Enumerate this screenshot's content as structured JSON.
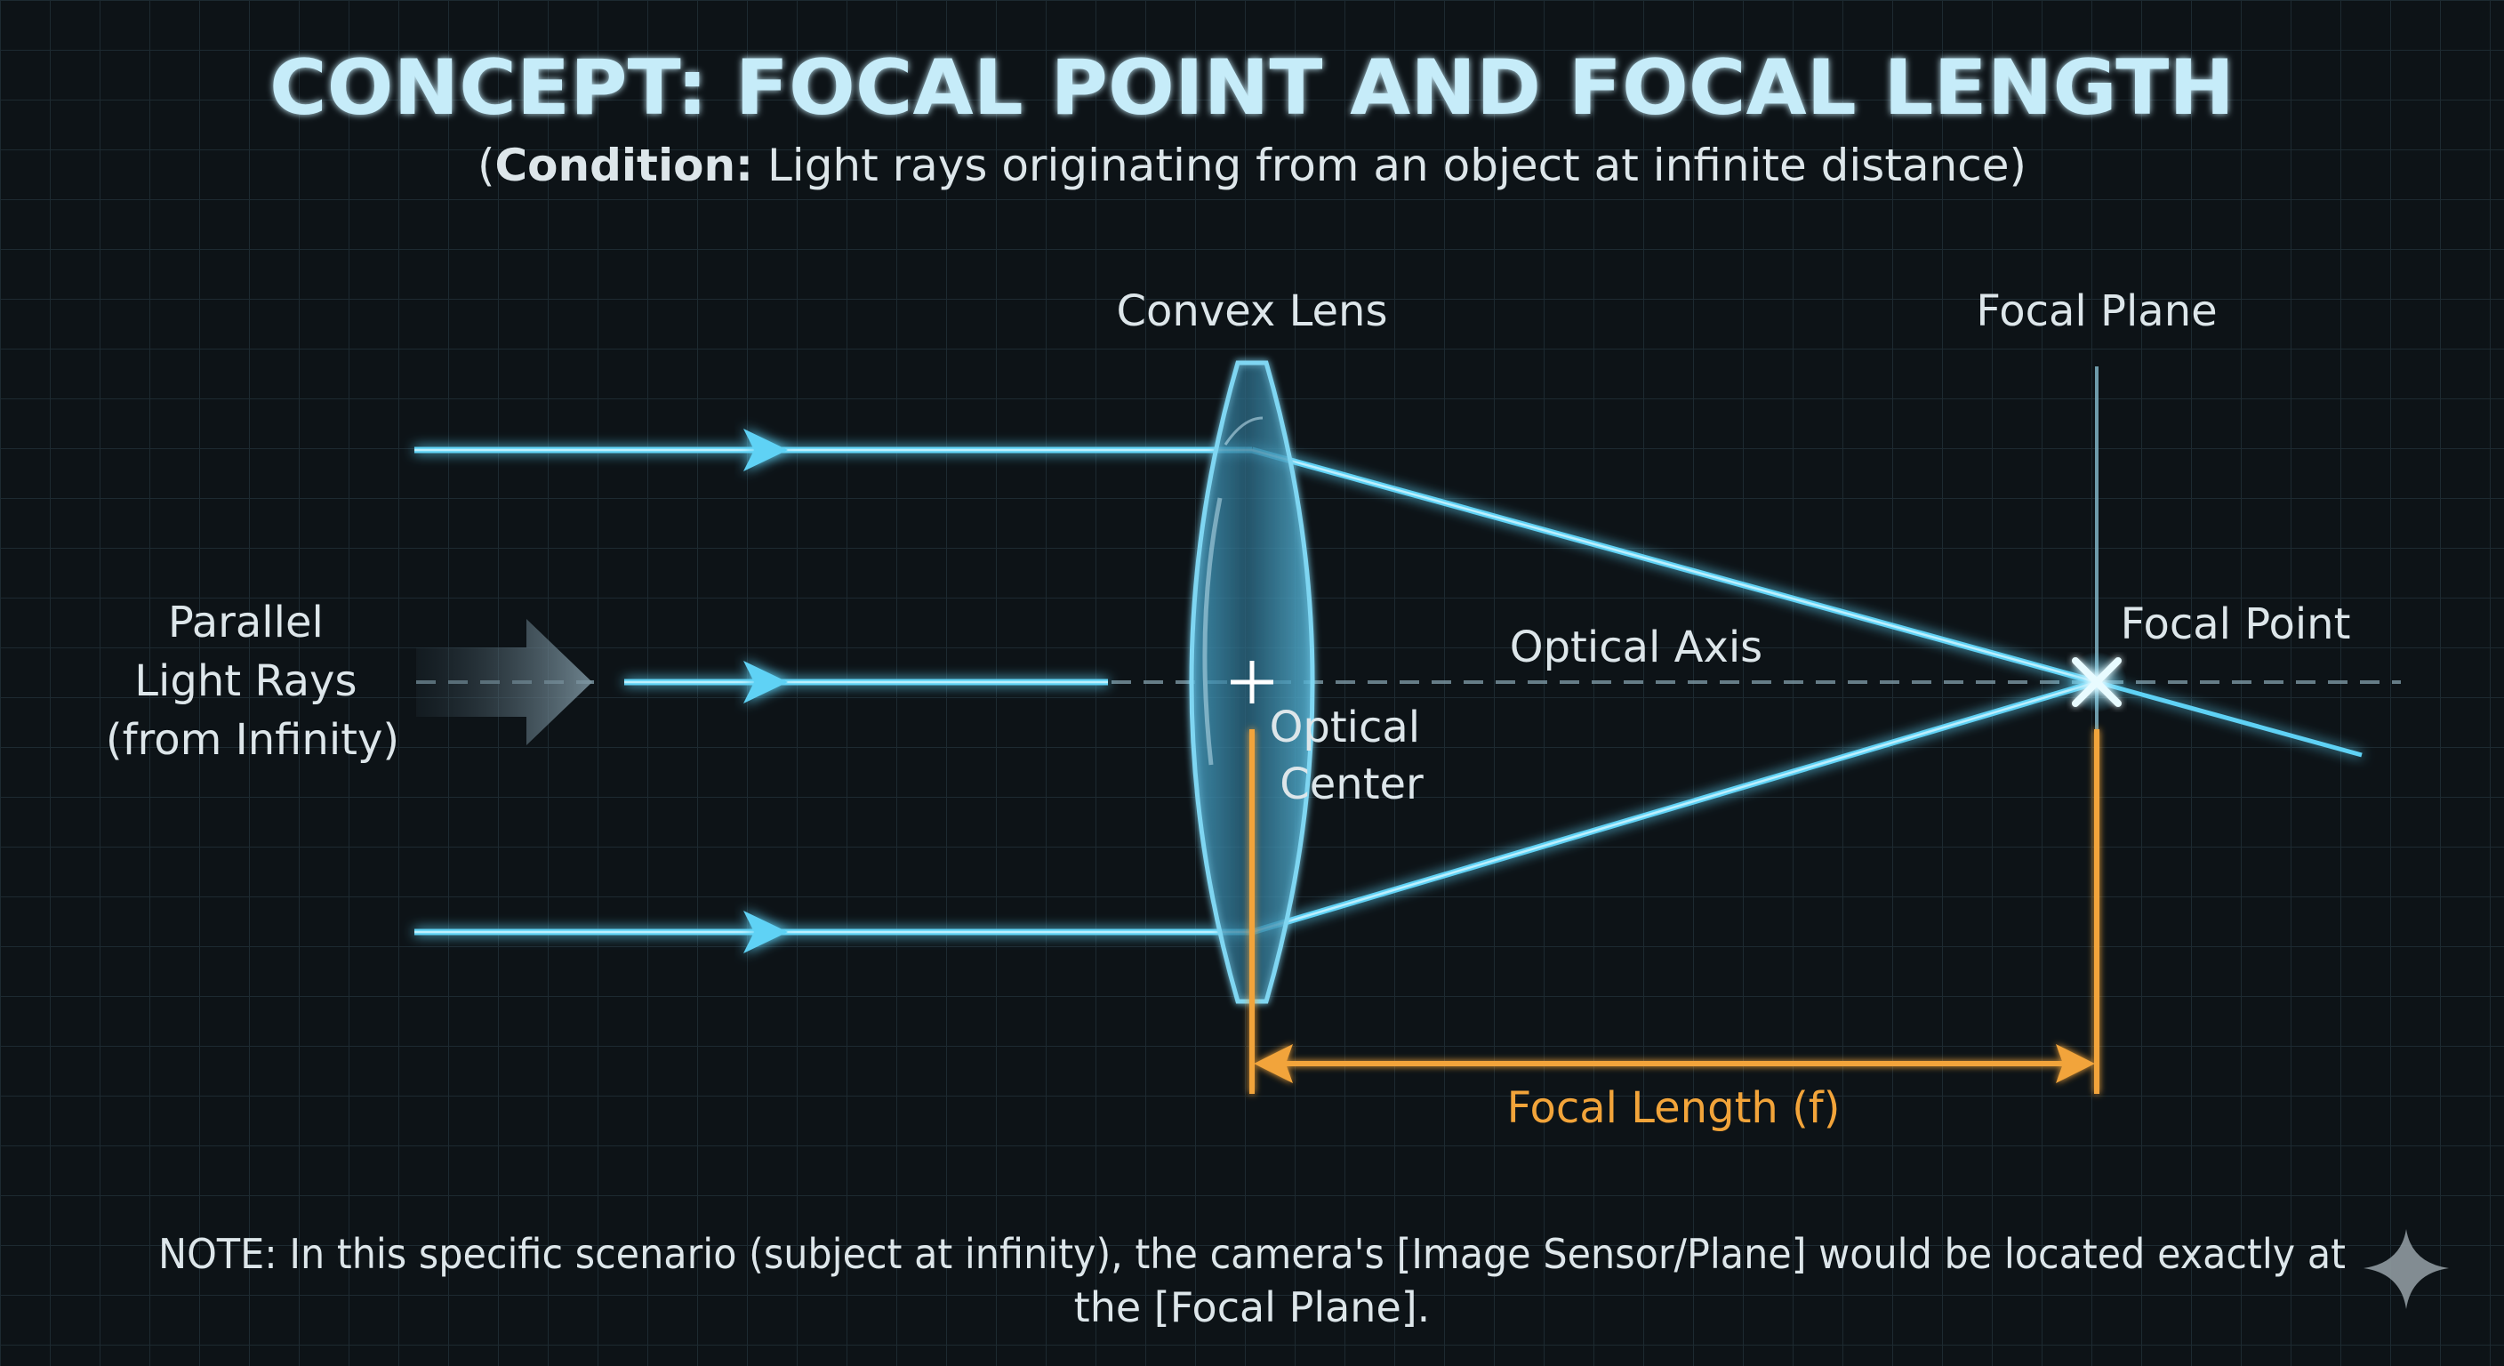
{
  "title": "CONCEPT: FOCAL POINT AND FOCAL LENGTH",
  "subtitle": {
    "open_paren": "(",
    "bold": "Condition:",
    "rest": " Light rays originating from an object at infinite distance)"
  },
  "labels": {
    "convex_lens": "Convex Lens",
    "focal_plane": "Focal Plane",
    "parallel_rays": [
      "Parallel",
      "Light Rays",
      "(from Infinity)"
    ],
    "optical_axis": "Optical Axis",
    "focal_point": "Focal Point",
    "optical_center": [
      "Optical",
      "Center"
    ],
    "focal_length": "Focal Length (f)"
  },
  "note": {
    "line1": "NOTE: In this specific scenario (subject at infinity), the camera's [Image Sensor/Plane] would be located exactly at",
    "line2": "the [Focal Plane]."
  },
  "colors": {
    "background": "#0d1317",
    "grid": "#1d2a31",
    "title": "#c6ecf9",
    "text": "#dde6ea",
    "ray": "#5fd2f5",
    "ray_core": "#c8f3ff",
    "lens_fill": "#3f8fb2",
    "axis": "#7d98a4",
    "focal_plane_line": "#7fb3c4",
    "dimension": "#f2a43a"
  },
  "icons": [
    "arrow-right-icon",
    "plus-icon",
    "x-mark-icon",
    "sparkle-icon"
  ]
}
